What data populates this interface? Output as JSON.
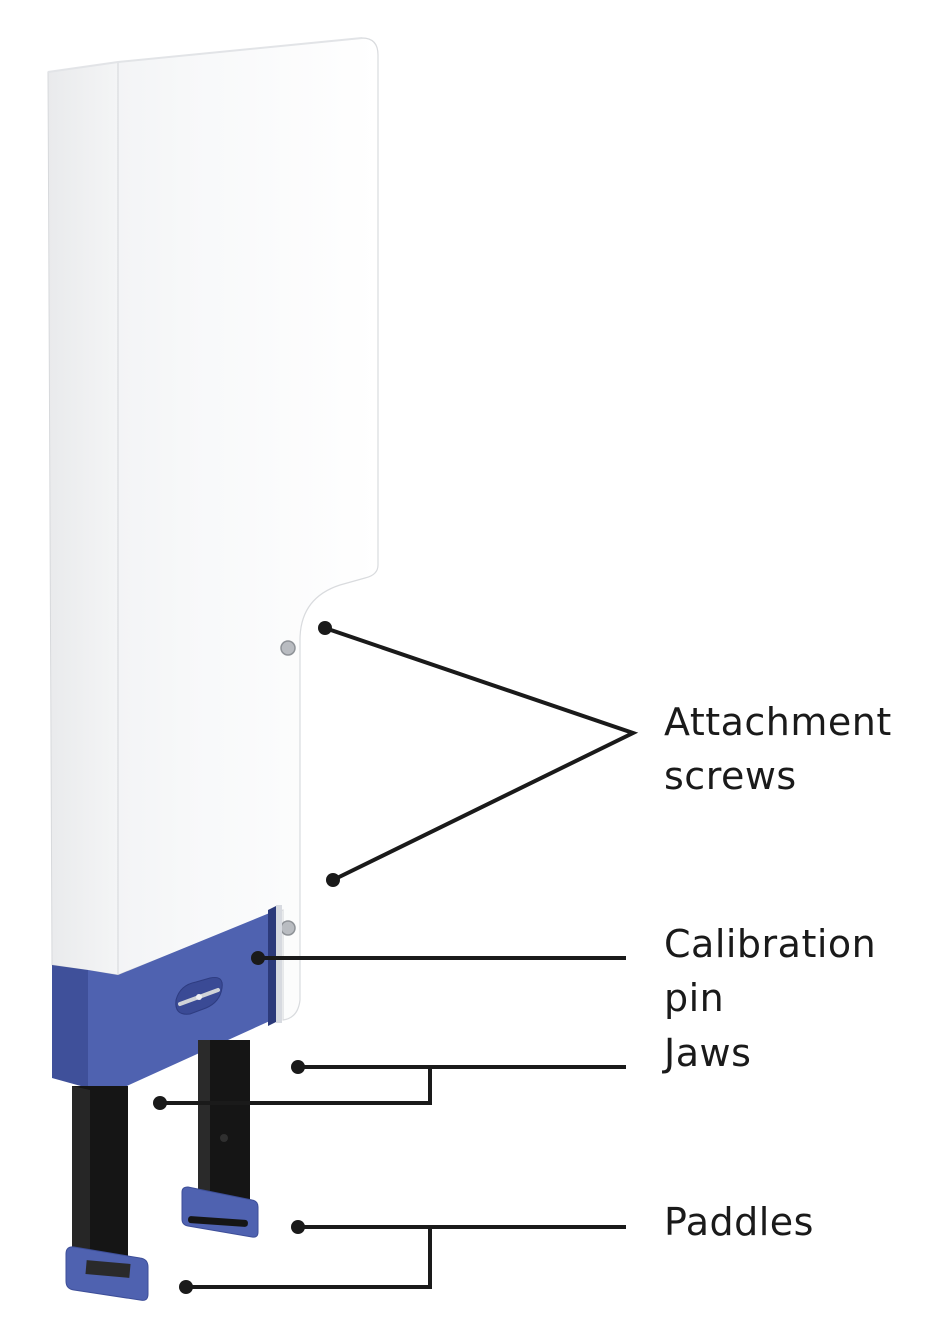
{
  "labels": {
    "attachment_screws": [
      "Attachment",
      "screws"
    ],
    "calibration_pin": [
      "Calibration",
      "pin"
    ],
    "jaws": "Jaws",
    "paddles": "Paddles"
  },
  "colors": {
    "housing": "#ffffff",
    "housing_shade": "#e6e7e9",
    "blue_part": "#4f62b0",
    "blue_dark": "#3d4e98",
    "jaw": "#151515",
    "line": "#1a1a1a"
  }
}
